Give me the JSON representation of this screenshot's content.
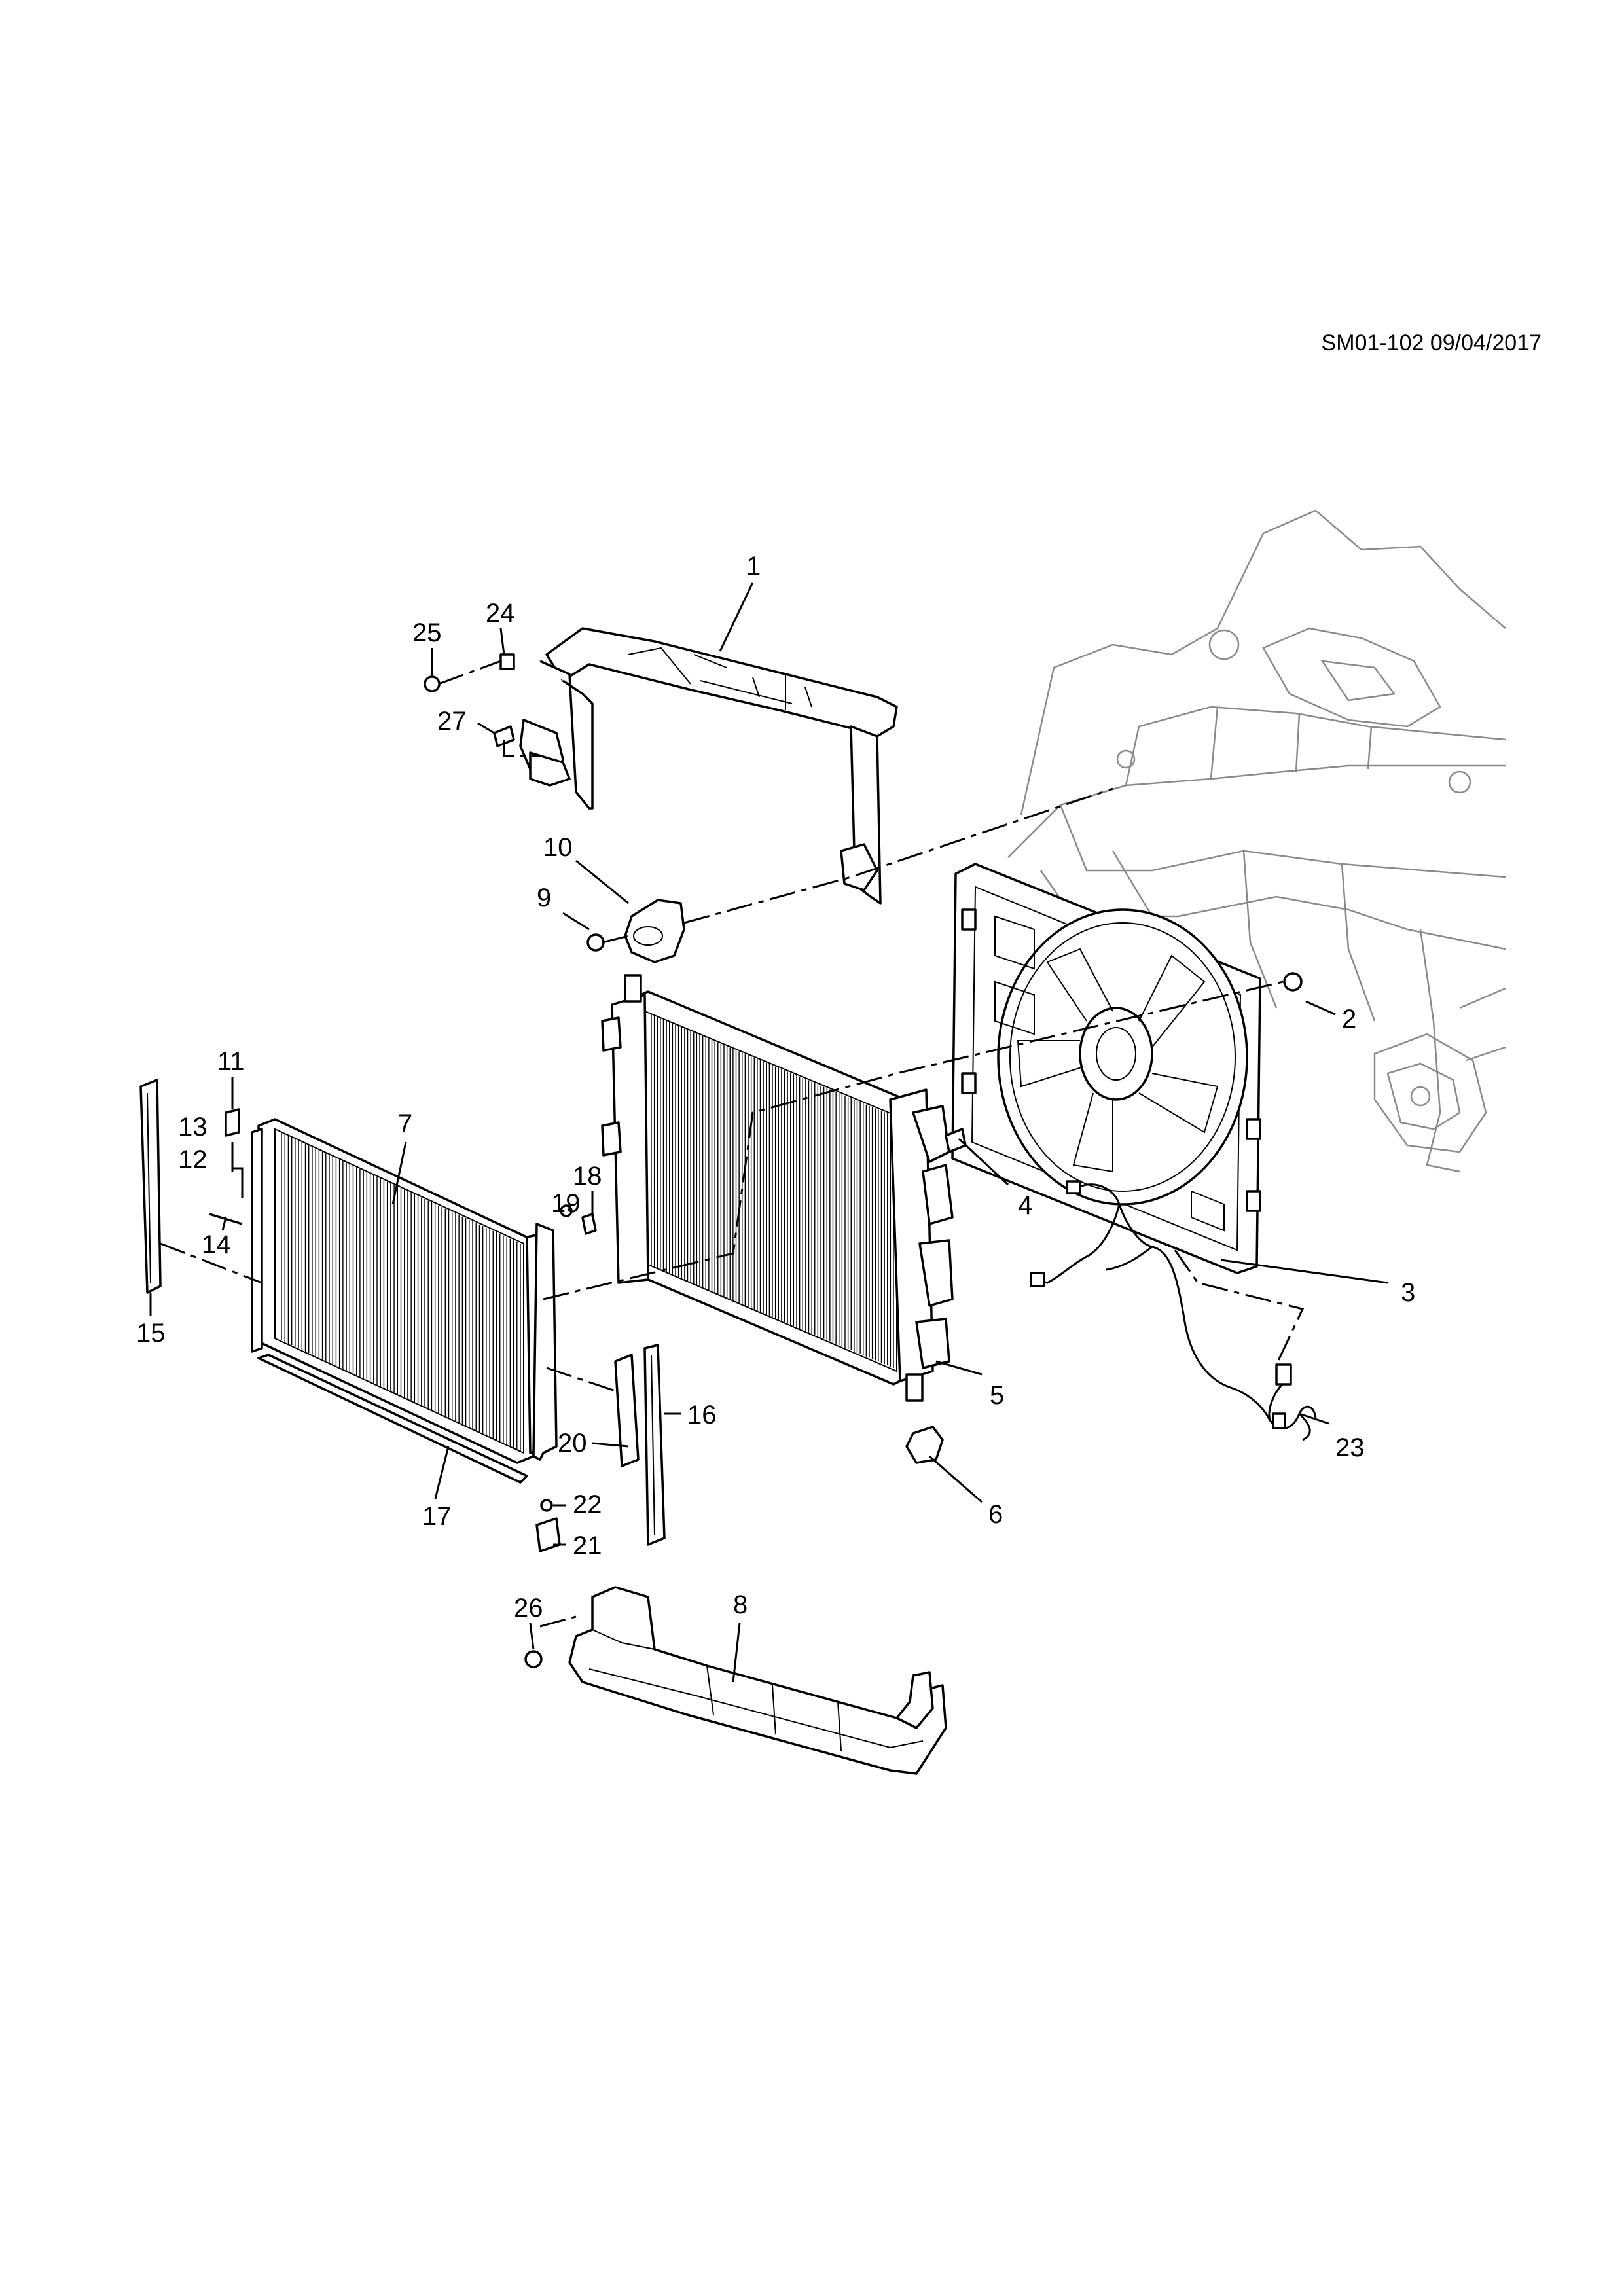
{
  "diagram": {
    "reference": "SM01-102 09/04/2017",
    "callouts": [
      "1",
      "2",
      "3",
      "4",
      "5",
      "6",
      "7",
      "8",
      "9",
      "10",
      "11",
      "12",
      "13",
      "14",
      "15",
      "16",
      "17",
      "18",
      "19",
      "20",
      "21",
      "22",
      "23",
      "24",
      "25",
      "26",
      "27"
    ]
  }
}
